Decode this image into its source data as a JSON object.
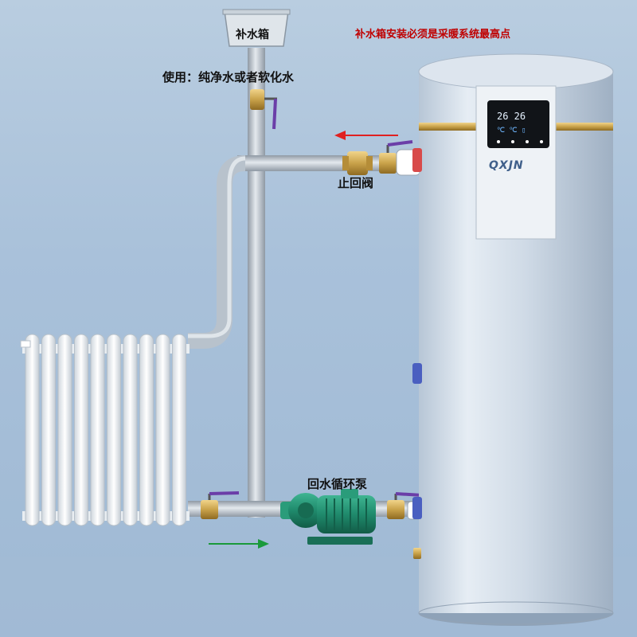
{
  "labels": {
    "tank": "补水箱",
    "usage": "使用：纯净水或者软化水",
    "check_valve": "止回阀",
    "pump": "回水循环泵",
    "warning": "补水箱安装必须是采暖系统最高点",
    "brand": "QXJN"
  },
  "colors": {
    "warning_text": "#c00000",
    "flow_arrow_top": "#e02020",
    "flow_arrow_bottom": "#1a9a3a",
    "pump_body": "#1f8a6c",
    "valve_brass": "#c9a24a",
    "pipe": "#b8c2cc"
  },
  "icons": {
    "display_panel": "control-display-icon",
    "arrow_top": "arrow-left-icon",
    "arrow_bottom": "arrow-right-icon"
  }
}
